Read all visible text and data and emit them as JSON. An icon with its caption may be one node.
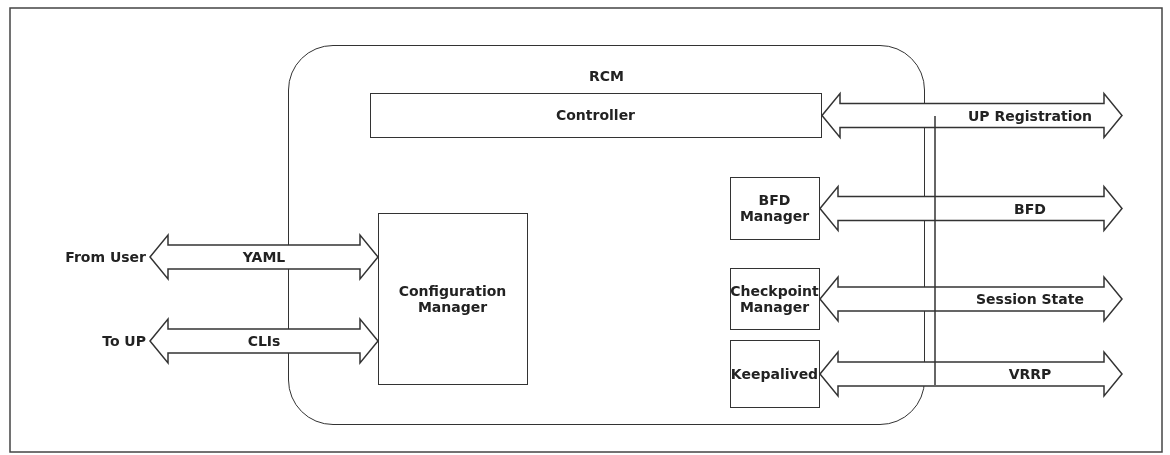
{
  "diagram": {
    "nodes": [
      {
        "text": [
          "RCM"
        ]
      },
      {
        "text": [
          "Controller"
        ],
        "in": 0
      },
      {
        "text": [
          "BFD Manager"
        ],
        "in": 0
      },
      {
        "text": [
          "Checkpoint Manager"
        ],
        "in": 0
      },
      {
        "text": [
          "Keepalived"
        ],
        "in": 0
      },
      {
        "text": [
          "Configuration Manager"
        ],
        "in": 0
      },
      {
        "text": [
          "From User"
        ]
      },
      {
        "text": [
          "To UP"
        ]
      }
    ],
    "edges": [
      {
        "from": 1,
        "to": null,
        "arrow": "both",
        "label": "UP Registration"
      },
      {
        "from": 2,
        "to": null,
        "arrow": "both",
        "label": "BFD"
      },
      {
        "from": 3,
        "to": null,
        "arrow": "both",
        "label": "Session State"
      },
      {
        "from": 4,
        "to": null,
        "arrow": "both",
        "label": "VRRP"
      },
      {
        "from": 6,
        "to": 5,
        "arrow": "both",
        "label": "YAML"
      },
      {
        "from": 7,
        "to": 5,
        "arrow": "both",
        "label": "CLIs"
      }
    ]
  }
}
